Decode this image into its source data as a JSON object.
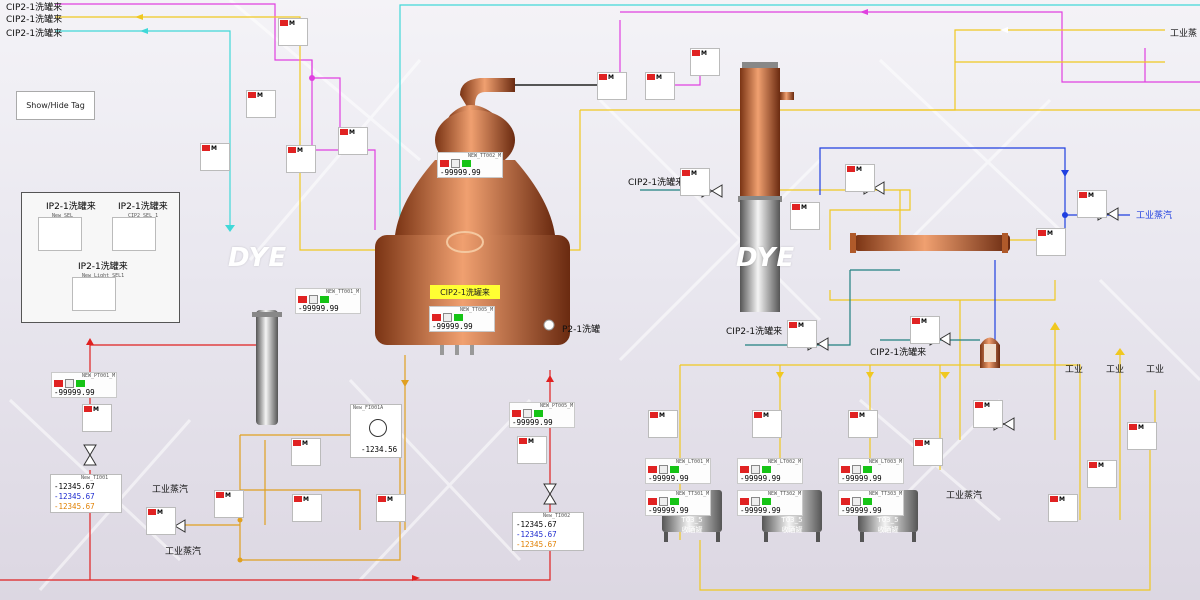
{
  "show_hide_tag": "Show/Hide Tag",
  "top_inputs": [
    "CIP2-1洗罐来",
    "CIP2-1洗罐来",
    "CIP2-1洗罐来"
  ],
  "right_top_label": "工业蒸",
  "panel": {
    "items": [
      {
        "label": "IP2-1洗罐来",
        "sub": "New_SEL"
      },
      {
        "label": "IP2-1洗罐来",
        "sub": "CIP2_SEL_1"
      },
      {
        "label": "IP2-1洗罐来",
        "sub": "New_Light_SEL1"
      }
    ]
  },
  "watermark": "DYE",
  "steam_labels": [
    "工业蒸汽",
    "工业蒸汽",
    "工业蒸汽",
    "工业蒸汽"
  ],
  "side_labels": {
    "cip_top_right": "CIP2-1洗罐来",
    "cip_mid_right": "CIP2-1洗罐来",
    "cip_lower_right": "CIP2-1洗罐来",
    "p2": "P2-1洗罐",
    "ind_1": "工业",
    "ind_2": "工业",
    "ind_3": "工业"
  },
  "still_tag": "CIP2-1洗罐来",
  "tags": [
    {
      "name": "NEW_TT002_M",
      "value": "-99999.99"
    },
    {
      "name": "NEW_TT001_M",
      "value": "-99999.99"
    },
    {
      "name": "NEW_TT005_M",
      "value": "-99999.99"
    },
    {
      "name": "NEW_PT001_M",
      "value": "-99999.99"
    },
    {
      "name": "NEW_PT005_M",
      "value": "-99999.99"
    },
    {
      "name": "NEW_LT001_M",
      "value": "-99999.99"
    },
    {
      "name": "NEW_LT002_M",
      "value": "-99999.99"
    },
    {
      "name": "NEW_LT003_M",
      "value": "-99999.99"
    },
    {
      "name": "NEW_TT301_M",
      "value": "-99999.99"
    },
    {
      "name": "NEW_TT302_M",
      "value": "-99999.99"
    },
    {
      "name": "NEW_TT303_M",
      "value": "-99999.99"
    }
  ],
  "valbox_left": {
    "name": "New_TI001",
    "values": [
      "-12345.67",
      "-12345.67",
      "-12345.67"
    ]
  },
  "valbox_mid": {
    "name": "New_TI002",
    "values": [
      "-12345.67",
      "-12345.67",
      "-12345.67"
    ]
  },
  "flow_value": "-1234.56",
  "flow_name": "New_FI001A",
  "tanks": [
    {
      "id": "T03_5",
      "name": "收酒罐"
    },
    {
      "id": "T03_5",
      "name": "收酒罐"
    },
    {
      "id": "T03_5",
      "name": "收酒罐"
    }
  ],
  "colors": {
    "magenta": "#e040e0",
    "yellow": "#f0c820",
    "cyan": "#40d8d8",
    "blue": "#2040e0",
    "red": "#e02020",
    "teal": "#208080",
    "gold": "#e0a020"
  }
}
